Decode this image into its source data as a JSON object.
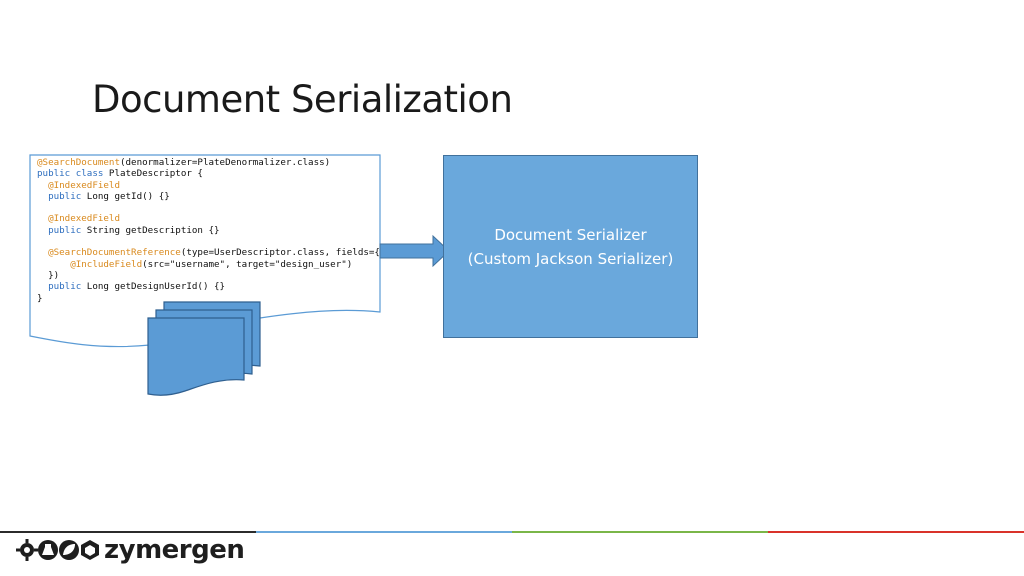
{
  "slide": {
    "title": "Document Serialization"
  },
  "code_lines": [
    [
      {
        "t": "@SearchDocument",
        "c": "ann"
      },
      {
        "t": "(denormalizer=PlateDenormalizer.class)",
        "c": ""
      }
    ],
    [
      {
        "t": "public class",
        "c": "kw"
      },
      {
        "t": " PlateDescriptor {",
        "c": ""
      }
    ],
    [
      {
        "t": "  @IndexedField",
        "c": "ann"
      }
    ],
    [
      {
        "t": "  public",
        "c": "kw"
      },
      {
        "t": " Long getId() {}",
        "c": ""
      }
    ],
    [],
    [
      {
        "t": "  @IndexedField",
        "c": "ann"
      }
    ],
    [
      {
        "t": "  public",
        "c": "kw"
      },
      {
        "t": " String getDescription {}",
        "c": ""
      }
    ],
    [],
    [
      {
        "t": "  @SearchDocumentReference",
        "c": "ann"
      },
      {
        "t": "(type=UserDescriptor.class, fields={",
        "c": ""
      }
    ],
    [
      {
        "t": "      @IncludeField",
        "c": "ann"
      },
      {
        "t": "(src=\"username\", target=\"design_user\")",
        "c": ""
      }
    ],
    [
      {
        "t": "  })",
        "c": ""
      }
    ],
    [
      {
        "t": "  public",
        "c": "kw"
      },
      {
        "t": " Long getDesignUserId() {}",
        "c": ""
      }
    ],
    [
      {
        "t": "}",
        "c": ""
      }
    ]
  ],
  "serializer": {
    "line1": "Document Serializer",
    "line2": "(Custom Jackson Serializer)"
  },
  "colors": {
    "annotation": "#d98a1e",
    "keyword": "#2f6fbf",
    "serializer_fill": "#6aa8dc",
    "doc_stack_fill": "#5b9bd5",
    "footer_segments": [
      "#2b2b2b",
      "#6aa8dc",
      "#7ab648",
      "#d9322a"
    ]
  },
  "footer": {
    "logo_text": "zymergen",
    "logo_icons": [
      "gear-icon",
      "flask-icon",
      "leaf-icon",
      "cube-icon"
    ]
  }
}
